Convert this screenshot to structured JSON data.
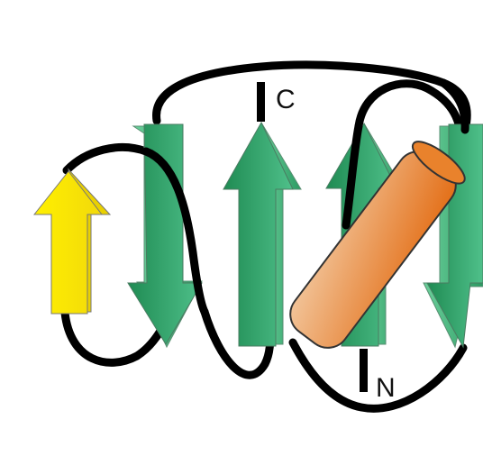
{
  "diagram": {
    "type": "protein-topology",
    "labels": {
      "c_terminus": "C",
      "n_terminus": "N"
    },
    "elements": [
      {
        "name": "yellow-beta-strand",
        "kind": "beta-strand",
        "direction": "up"
      },
      {
        "name": "green-beta-strand-1",
        "kind": "beta-strand",
        "direction": "down"
      },
      {
        "name": "green-beta-strand-2",
        "kind": "beta-strand",
        "direction": "up"
      },
      {
        "name": "green-beta-strand-3",
        "kind": "beta-strand",
        "direction": "up"
      },
      {
        "name": "green-beta-strand-4",
        "kind": "beta-strand",
        "direction": "down"
      },
      {
        "name": "orange-alpha-helix",
        "kind": "alpha-helix"
      }
    ],
    "colors": {
      "loop": "#000000",
      "green_strand": "#2fa267",
      "yellow_strand": "#ffee10",
      "helix_start": "#f4c08d",
      "helix_end": "#e5741d"
    }
  }
}
